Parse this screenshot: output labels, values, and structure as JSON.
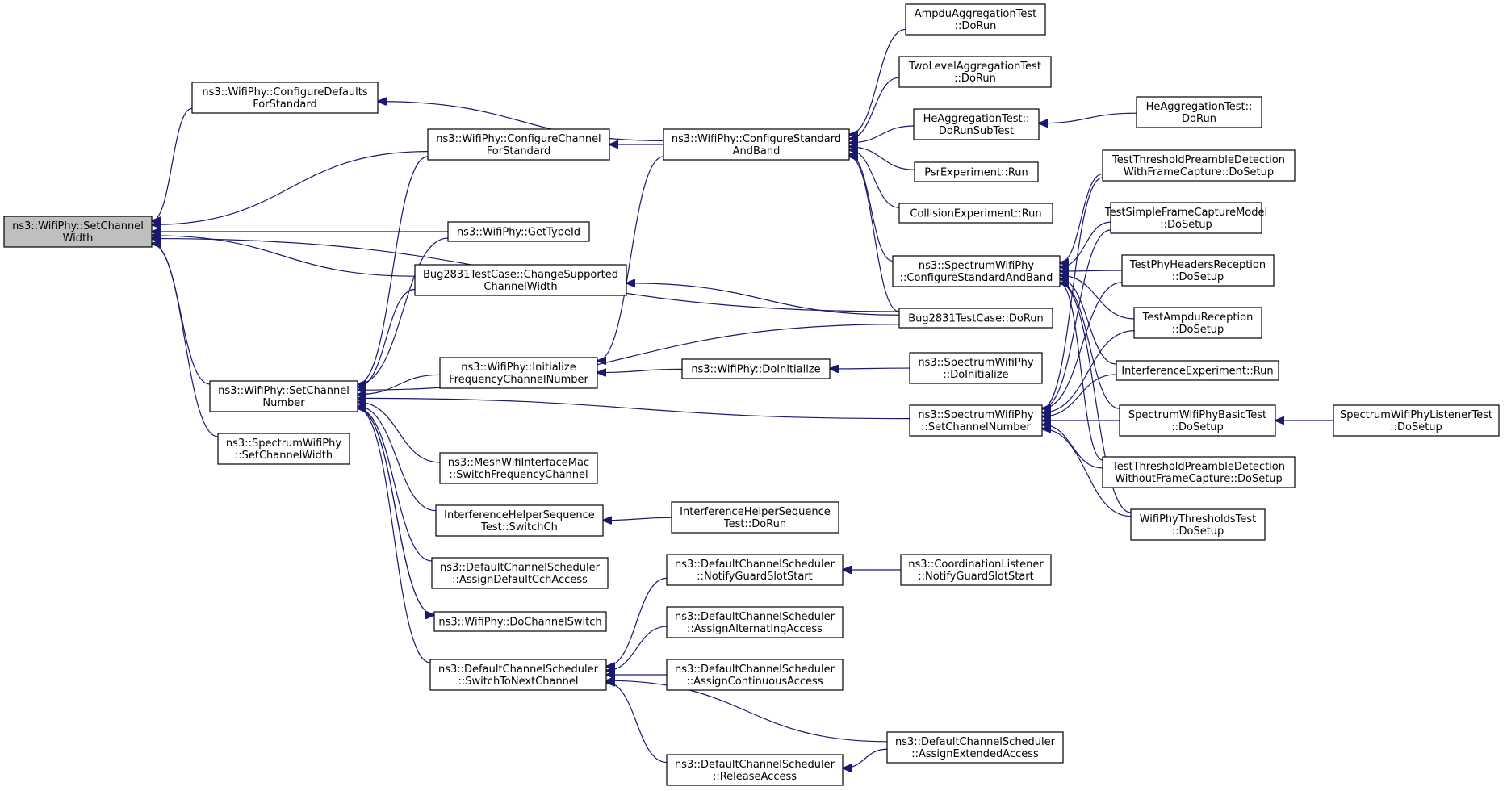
{
  "graph": {
    "title": "",
    "edge_color": "#191970",
    "root_fill": "#bfbfbf",
    "nodes": [
      {
        "id": "root",
        "lines": [
          "ns3::WifiPhy::SetChannel",
          "Width"
        ],
        "root": true
      },
      {
        "id": "cfgDefaults",
        "lines": [
          "ns3::WifiPhy::ConfigureDefaults",
          "ForStandard"
        ]
      },
      {
        "id": "cfgChannel",
        "lines": [
          "ns3::WifiPhy::ConfigureChannel",
          "ForStandard"
        ]
      },
      {
        "id": "getTypeId",
        "lines": [
          "ns3::WifiPhy::GetTypeId"
        ]
      },
      {
        "id": "bugChange",
        "lines": [
          "Bug2831TestCase::ChangeSupported",
          "ChannelWidth"
        ]
      },
      {
        "id": "setChanNum",
        "lines": [
          "ns3::WifiPhy::SetChannel",
          "Number"
        ]
      },
      {
        "id": "specSetWidth",
        "lines": [
          "ns3::SpectrumWifiPhy",
          "::SetChannelWidth"
        ]
      },
      {
        "id": "initFreq",
        "lines": [
          "ns3::WifiPhy::Initialize",
          "FrequencyChannelNumber"
        ]
      },
      {
        "id": "meshSwitch",
        "lines": [
          "ns3::MeshWifiInterfaceMac",
          "::SwitchFrequencyChannel"
        ]
      },
      {
        "id": "ihsSwitch",
        "lines": [
          "InterferenceHelperSequence",
          "Test::SwitchCh"
        ]
      },
      {
        "id": "dcsAssignCch",
        "lines": [
          "ns3::DefaultChannelScheduler",
          "::AssignDefaultCchAccess"
        ]
      },
      {
        "id": "doChanSwitch",
        "lines": [
          "ns3::WifiPhy::DoChannelSwitch"
        ]
      },
      {
        "id": "dcsSwitchNext",
        "lines": [
          "ns3::DefaultChannelScheduler",
          "::SwitchToNextChannel"
        ]
      },
      {
        "id": "cfgStdBand",
        "lines": [
          "ns3::WifiPhy::ConfigureStandard",
          "AndBand"
        ]
      },
      {
        "id": "doInit",
        "lines": [
          "ns3::WifiPhy::DoInitialize"
        ]
      },
      {
        "id": "ihsDoRun",
        "lines": [
          "InterferenceHelperSequence",
          "Test::DoRun"
        ]
      },
      {
        "id": "dcsNotifyGuard",
        "lines": [
          "ns3::DefaultChannelScheduler",
          "::NotifyGuardSlotStart"
        ]
      },
      {
        "id": "dcsAssignAlt",
        "lines": [
          "ns3::DefaultChannelScheduler",
          "::AssignAlternatingAccess"
        ]
      },
      {
        "id": "dcsAssignCont",
        "lines": [
          "ns3::DefaultChannelScheduler",
          "::AssignContinuousAccess"
        ]
      },
      {
        "id": "dcsRelease",
        "lines": [
          "ns3::DefaultChannelScheduler",
          "::ReleaseAccess"
        ]
      },
      {
        "id": "ampduAggr",
        "lines": [
          "AmpduAggregationTest",
          "::DoRun"
        ]
      },
      {
        "id": "twoLevel",
        "lines": [
          "TwoLevelAggregationTest",
          "::DoRun"
        ]
      },
      {
        "id": "heAggrSub",
        "lines": [
          "HeAggregationTest::",
          "DoRunSubTest"
        ]
      },
      {
        "id": "psrRun",
        "lines": [
          "PsrExperiment::Run"
        ]
      },
      {
        "id": "collRun",
        "lines": [
          "CollisionExperiment::Run"
        ]
      },
      {
        "id": "specCfgStd",
        "lines": [
          "ns3::SpectrumWifiPhy",
          "::ConfigureStandardAndBand"
        ]
      },
      {
        "id": "bugDoRun",
        "lines": [
          "Bug2831TestCase::DoRun"
        ]
      },
      {
        "id": "specDoInit",
        "lines": [
          "ns3::SpectrumWifiPhy",
          "::DoInitialize"
        ]
      },
      {
        "id": "specSetChan",
        "lines": [
          "ns3::SpectrumWifiPhy",
          "::SetChannelNumber"
        ]
      },
      {
        "id": "coordNotify",
        "lines": [
          "ns3::CoordinationListener",
          "::NotifyGuardSlotStart"
        ]
      },
      {
        "id": "dcsAssignExt",
        "lines": [
          "ns3::DefaultChannelScheduler",
          "::AssignExtendedAccess"
        ]
      },
      {
        "id": "heAggrRun",
        "lines": [
          "HeAggregationTest::",
          "DoRun"
        ]
      },
      {
        "id": "ttpdWith",
        "lines": [
          "TestThresholdPreambleDetection",
          "WithFrameCapture::DoSetup"
        ]
      },
      {
        "id": "tsfcm",
        "lines": [
          "TestSimpleFrameCaptureModel",
          "::DoSetup"
        ]
      },
      {
        "id": "tphr",
        "lines": [
          "TestPhyHeadersReception",
          "::DoSetup"
        ]
      },
      {
        "id": "tar",
        "lines": [
          "TestAmpduReception",
          "::DoSetup"
        ]
      },
      {
        "id": "ifxRun",
        "lines": [
          "InterferenceExperiment::Run"
        ]
      },
      {
        "id": "swpBasic",
        "lines": [
          "SpectrumWifiPhyBasicTest",
          "::DoSetup"
        ]
      },
      {
        "id": "ttpdWithout",
        "lines": [
          "TestThresholdPreambleDetection",
          "WithoutFrameCapture::DoSetup"
        ]
      },
      {
        "id": "wptt",
        "lines": [
          "WifiPhyThresholdsTest",
          "::DoSetup"
        ]
      },
      {
        "id": "swpListener",
        "lines": [
          "SpectrumWifiPhyListenerTest",
          "::DoSetup"
        ]
      }
    ]
  }
}
